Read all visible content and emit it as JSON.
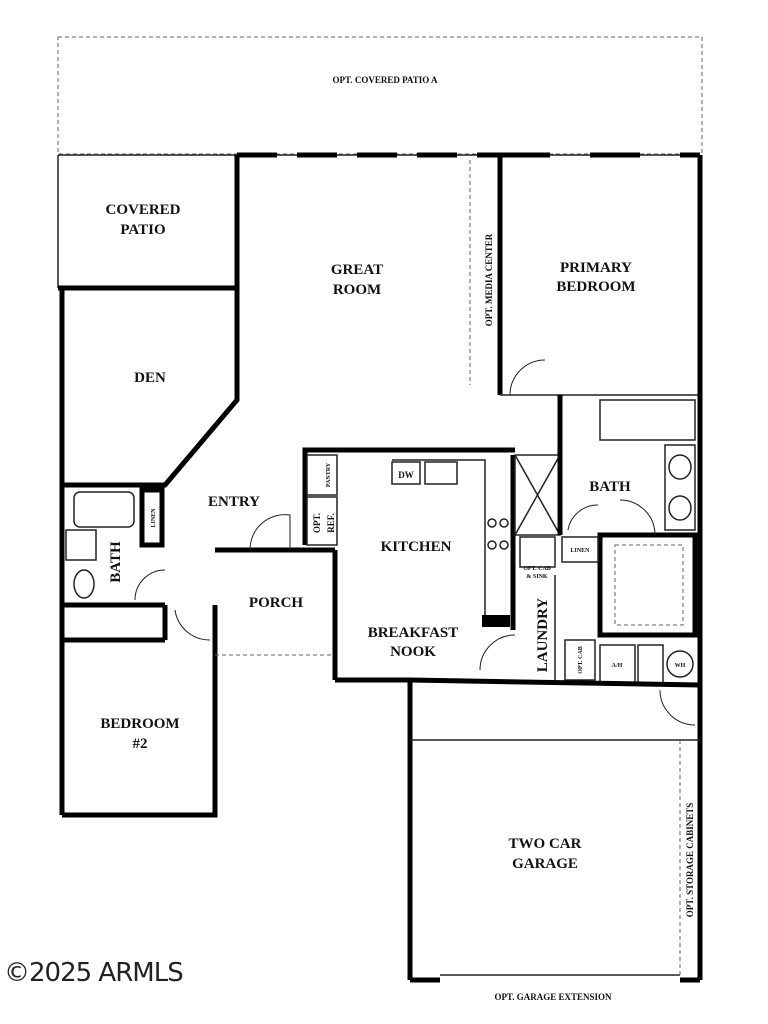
{
  "floorplan": {
    "rooms": {
      "opt_covered_patio_a": "OPT. COVERED PATIO A",
      "covered_patio_1": "COVERED",
      "covered_patio_2": "PATIO",
      "great_room_1": "GREAT",
      "great_room_2": "ROOM",
      "opt_media_center": "OPT. MEDIA CENTER",
      "primary_bedroom_1": "PRIMARY",
      "primary_bedroom_2": "BEDROOM",
      "den": "DEN",
      "entry": "ENTRY",
      "bath_secondary": "BATH",
      "linen_secondary": "LINEN",
      "pantry": "PANTRY",
      "opt_ref_1": "OPT.",
      "opt_ref_2": "REF.",
      "dw": "DW",
      "kitchen": "KITCHEN",
      "breakfast_nook_1": "BREAKFAST",
      "breakfast_nook_2": "NOOK",
      "porch": "PORCH",
      "bath_primary": "BATH",
      "linen_primary": "LINEN",
      "opt_cab_sink_1": "OPT. CAB",
      "opt_cab_sink_2": "& SINK",
      "laundry": "LAUNDRY",
      "opt_cab": "OPT. CAB",
      "ahu": "A/H",
      "wh": "WH",
      "bedroom2_1": "BEDROOM",
      "bedroom2_2": "#2",
      "garage_1": "TWO CAR",
      "garage_2": "GARAGE",
      "opt_storage_cabinets": "OPT. STORAGE CABINETS",
      "opt_garage_extension": "OPT. GARAGE EXTENSION"
    },
    "copyright": "©2025 ARMLS"
  }
}
